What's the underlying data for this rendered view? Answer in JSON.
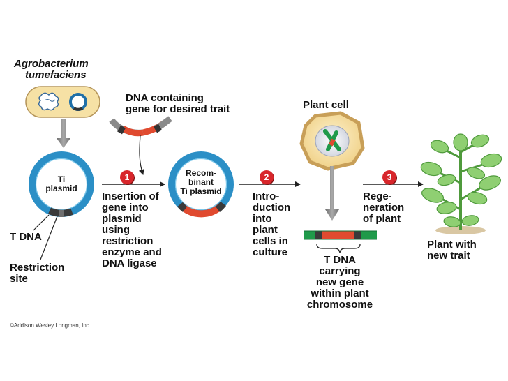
{
  "labels": {
    "organism_line1": "Agrobacterium",
    "organism_line2": "tumefaciens",
    "dna_line1": "DNA containing",
    "dna_line2": "gene for desired trait",
    "plant_cell": "Plant cell",
    "ti_plasmid_line1": "Ti",
    "ti_plasmid_line2": "plasmid",
    "recombinant_line1": "Recom-",
    "recombinant_line2": "binant",
    "recombinant_line3": "Ti plasmid",
    "t_dna_left": "T DNA",
    "restriction_line1": "Restriction",
    "restriction_line2": "site",
    "t_dna_carrying_line1": "T DNA",
    "t_dna_carrying_line2": "carrying",
    "t_dna_carrying_line3": "new gene",
    "t_dna_carrying_line4": "within plant",
    "t_dna_carrying_line5": "chromosome",
    "plant_with_line1": "Plant with",
    "plant_with_line2": "new trait",
    "credit": "©Addison Wesley Longman, Inc."
  },
  "steps": [
    {
      "number": "1",
      "lines": [
        "Insertion of",
        "gene into",
        "plasmid",
        "using",
        "restriction",
        "enzyme and",
        "DNA ligase"
      ]
    },
    {
      "number": "2",
      "lines": [
        "Intro-",
        "duction",
        "into",
        "plant",
        "cells in",
        "culture"
      ]
    },
    {
      "number": "3",
      "lines": [
        "Rege-",
        "neration",
        "of plant"
      ]
    }
  ],
  "colors": {
    "plasmid_blue": "#2b8fc6",
    "plasmid_inner_blue": "#7cc7ea",
    "insert_red": "#e04a2f",
    "t_dna_dark": "#3a3a3a",
    "chromosome_green": "#1f9a4a",
    "cell_fill": "#f6e1a5",
    "cell_border": "#c89f58",
    "arrow_gray": "#8a8a8a",
    "step_badge_red": "#d8262b",
    "plant_green": "#8fcf72",
    "plant_dark": "#4f9a3c"
  }
}
